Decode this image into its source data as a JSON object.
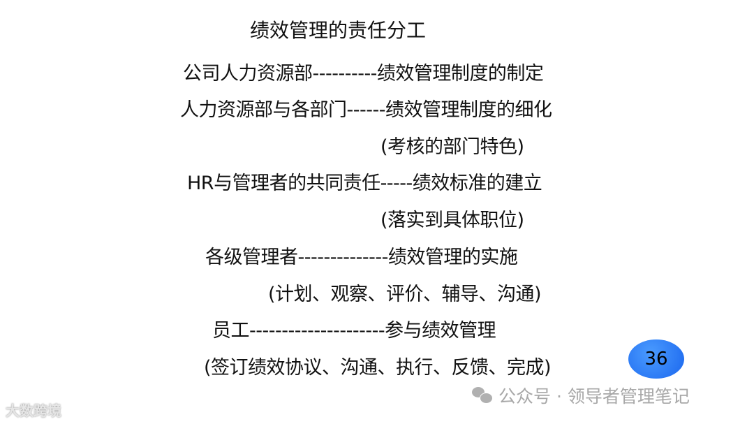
{
  "slide": {
    "title": "绩效管理的责任分工",
    "lines": [
      "公司人力资源部----------绩效管理制度的制定",
      "人力资源部与各部门------绩效管理制度的细化",
      "(考核的部门特色)",
      "HR与管理者的共同责任-----绩效标准的建立",
      "(落实到具体职位)",
      "各级管理者--------------绩效管理的实施",
      "(计划、观察、评价、辅导、沟通)",
      "员工---------------------参与绩效管理",
      "(签订绩效协议、沟通、执行、反馈、完成)"
    ],
    "page_number": "36"
  },
  "watermark": {
    "icon": "wechat-icon",
    "text": "公众号 · 领导者管理笔记",
    "corner_logo": "大数跨境"
  }
}
